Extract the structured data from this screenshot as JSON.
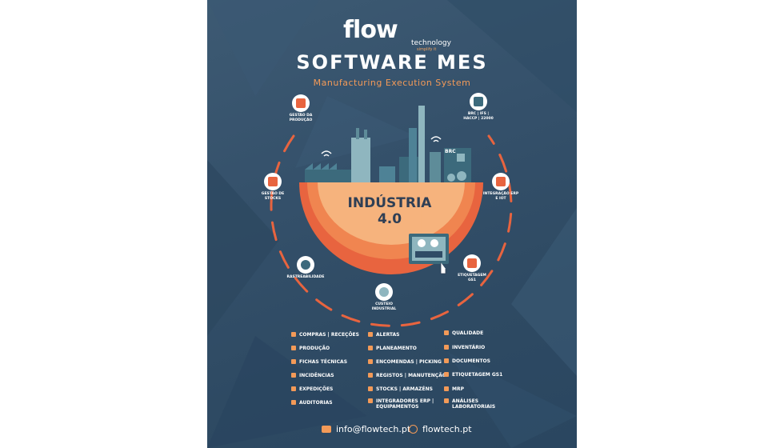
{
  "brand": {
    "word": "flow",
    "sub": "technology",
    "tag": "simplify it"
  },
  "title": "SOFTWARE MES",
  "subtitle": "Manufacturing Execution System",
  "center": {
    "line1": "INDÚSTRIA",
    "line2": "4.0",
    "factory_sign": "BRC"
  },
  "modules": [
    {
      "line1": "GESTÃO DA",
      "line2": "PRODUÇÃO",
      "icon": "factory-icon"
    },
    {
      "line1": "BRC | IFS |",
      "line2": "HACCP | 22000",
      "icon": "certificate-icon"
    },
    {
      "line1": "GESTÃO DE",
      "line2": "STOCKS",
      "icon": "boxes-icon"
    },
    {
      "line1": "INTEGRAÇÃO ERP",
      "line2": "E IOT",
      "icon": "monitor-icon"
    },
    {
      "line1": "RASTREABILIDADE",
      "line2": "",
      "icon": "globe-icon"
    },
    {
      "line1": "ETIQUETAGEM",
      "line2": "GS1",
      "icon": "label-printer-icon"
    },
    {
      "line1": "CUSTEIO",
      "line2": "INDUSTRIAL",
      "icon": "money-bag-icon"
    }
  ],
  "features": {
    "col1": [
      "COMPRAS | RECEÇÕES",
      "PRODUÇÃO",
      "FICHAS TÉCNICAS",
      "INCIDÊNCIAS",
      "EXPEDIÇÕES",
      "AUDITORIAS"
    ],
    "col2": [
      "ALERTAS",
      "PLANEAMENTO",
      "ENCOMENDAS | PICKING",
      "REGISTOS | MANUTENÇÃO",
      "STOCKS | ARMAZÉNS",
      "INTEGRADORES ERP |",
      "EQUIPAMENTOS"
    ],
    "col3": [
      "QUALIDADE",
      "INVENTÁRIO",
      "DOCUMENTOS",
      "ETIQUETAGEM GS1",
      "MRP",
      "ANÁLISES",
      "LABORATORIAIS"
    ]
  },
  "footer": {
    "email": "info@flowtech.pt",
    "website": "flowtech.pt"
  },
  "colors": {
    "background": "#34506a",
    "accent_orange": "#f39a58",
    "deep_orange": "#e8643f",
    "peach": "#f6b37d",
    "text_dark": "#2f3f55"
  }
}
